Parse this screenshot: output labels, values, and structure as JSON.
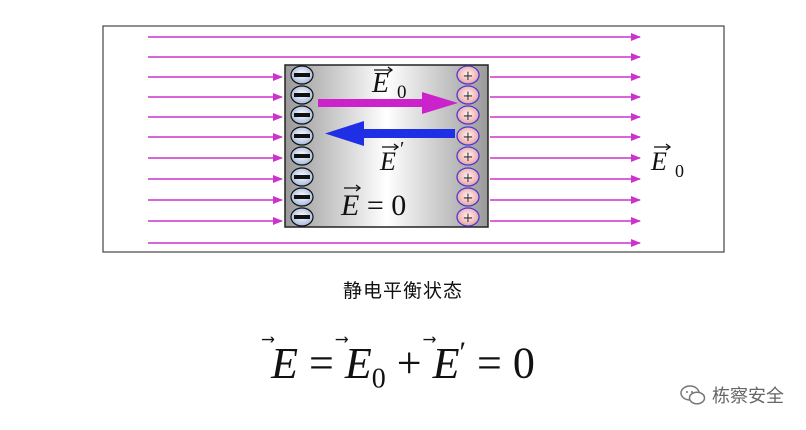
{
  "diagram": {
    "inner_field_top": {
      "symbol": "E",
      "subscript": "0",
      "arrow_color": "#cc22cc"
    },
    "inner_field_bottom": {
      "symbol": "E",
      "prime": "′",
      "arrow_color": "#1f2fe6"
    },
    "inner_equation": {
      "symbol": "E",
      "text": " = 0"
    },
    "outer_label": {
      "symbol": "E",
      "subscript": "0"
    },
    "line_color": "#cc33cc",
    "negative_sign": "−",
    "positive_sign": "+"
  },
  "caption": "静电平衡状态",
  "equation": {
    "lhs": "E",
    "op1": " = ",
    "term1": "E",
    "term1_sub": "0",
    "op2": " + ",
    "term2": "E",
    "term2_prime": "′",
    "op3": " = ",
    "rhs": "0"
  },
  "watermark": {
    "icon": "wechat-icon",
    "text": "栋察安全"
  }
}
